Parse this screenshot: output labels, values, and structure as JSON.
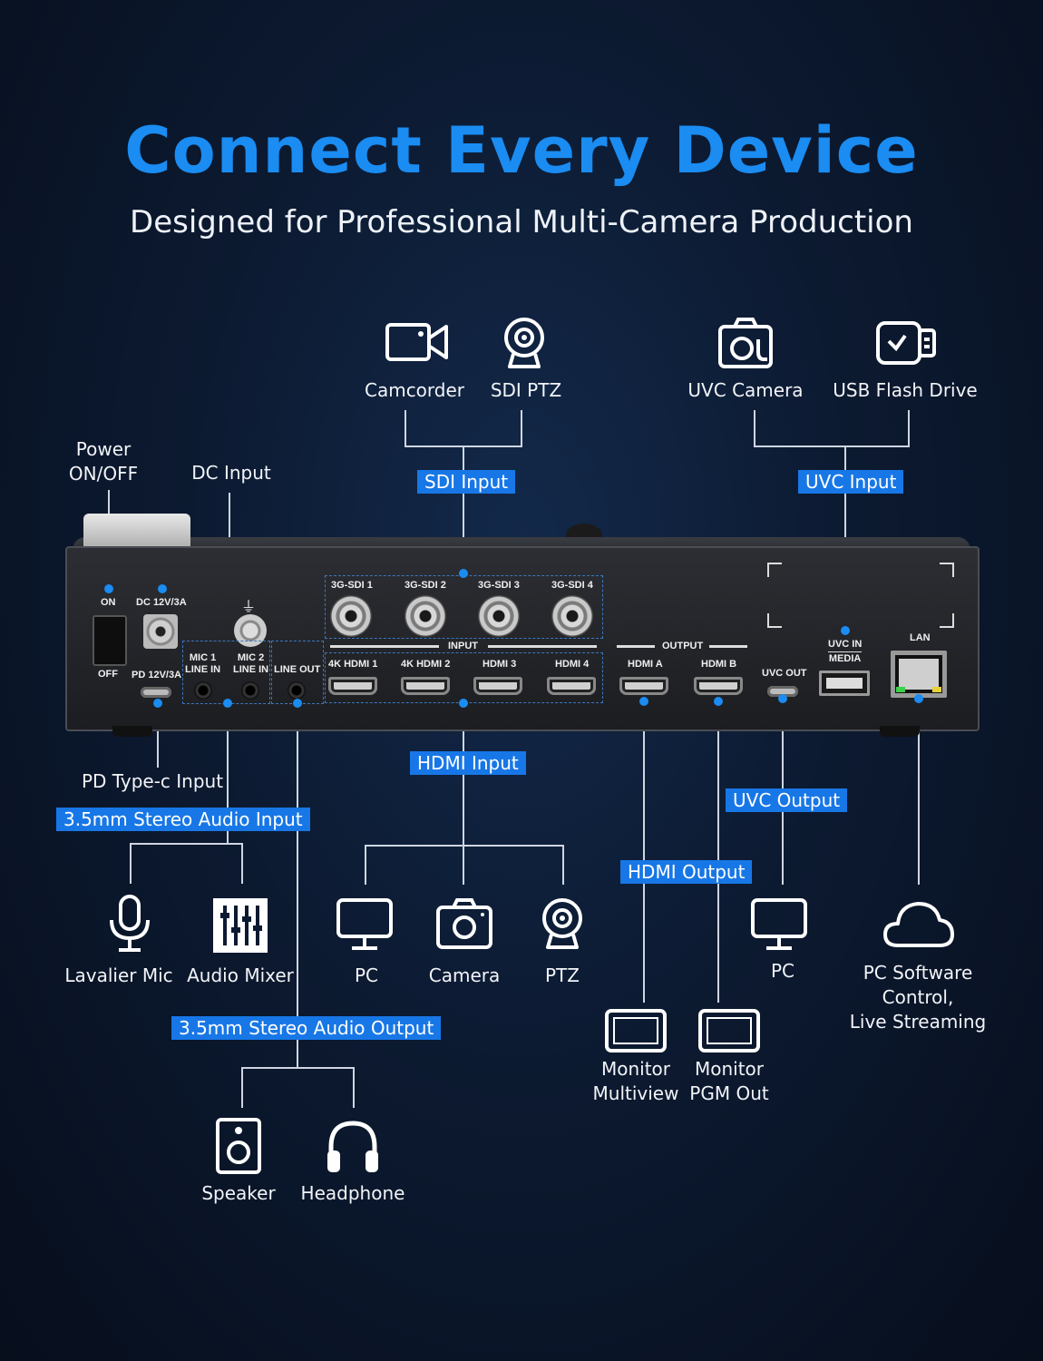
{
  "header": {
    "title": "Connect Every Device",
    "subtitle": "Designed for Professional Multi-Camera Production"
  },
  "top_devices": {
    "camcorder": "Camcorder",
    "sdi_ptz": "SDI PTZ",
    "uvc_camera": "UVC Camera",
    "usb_flash_drive": "USB Flash Drive"
  },
  "top_labels": {
    "power_line1": "Power",
    "power_line2": "ON/OFF",
    "dc_input": "DC Input"
  },
  "tags": {
    "sdi_input": "SDI Input",
    "uvc_input": "UVC Input",
    "hdmi_input": "HDMI Input",
    "uvc_output": "UVC Output",
    "hdmi_output": "HDMI Output",
    "audio_input": "3.5mm Stereo Audio Input",
    "audio_output": "3.5mm Stereo Audio Output"
  },
  "panel": {
    "on": "ON",
    "off": "OFF",
    "dc": "DC 12V/3A",
    "pd": "PD 12V/3A",
    "mic1_a": "MIC 1",
    "mic1_b": "LINE IN",
    "mic2_a": "MIC 2",
    "mic2_b": "LINE IN",
    "line_out": "LINE OUT",
    "sdi1": "3G-SDI 1",
    "sdi2": "3G-SDI 2",
    "sdi3": "3G-SDI 3",
    "sdi4": "3G-SDI 4",
    "input": "INPUT",
    "output": "OUTPUT",
    "hdmi1": "4K HDMI 1",
    "hdmi2": "4K HDMI 2",
    "hdmi3": "HDMI 3",
    "hdmi4": "HDMI 4",
    "hdmia": "HDMI A",
    "hdmib": "HDMI B",
    "uvc_out": "UVC OUT",
    "uvc_in": "UVC IN",
    "media": "MEDIA",
    "lan": "LAN"
  },
  "bottom_labels": {
    "pd_typec": "PD Type-c Input",
    "lavalier": "Lavalier Mic",
    "audio_mixer": "Audio Mixer",
    "pc1": "PC",
    "camera": "Camera",
    "ptz": "PTZ",
    "pc2": "PC",
    "pc_software_1": "PC Software",
    "pc_software_2": "Control,",
    "pc_software_3": "Live Streaming",
    "monitor_mv_1": "Monitor",
    "monitor_mv_2": "Multiview",
    "monitor_pgm_1": "Monitor",
    "monitor_pgm_2": "PGM Out",
    "speaker": "Speaker",
    "headphone": "Headphone"
  },
  "colors": {
    "accent": "#1a8cf2",
    "tag_bg": "#1877e6",
    "line": "#cfd6e2"
  }
}
